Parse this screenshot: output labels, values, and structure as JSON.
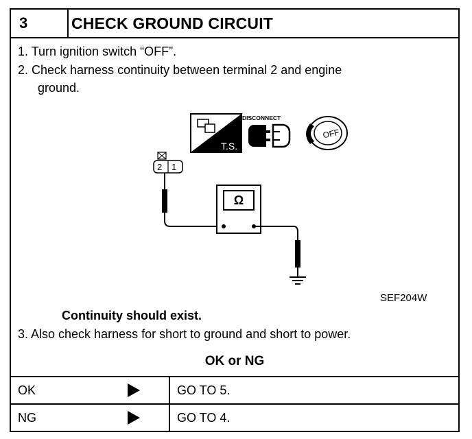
{
  "header": {
    "step_number": "3",
    "title": "CHECK GROUND CIRCUIT"
  },
  "steps": [
    {
      "line1": "1. Turn ignition switch “OFF”."
    },
    {
      "line1": "2. Check harness continuity between terminal 2 and engine",
      "line2": "ground."
    }
  ],
  "figure": {
    "disconnect_label": "DISCONNECT",
    "ts_label": "T.S.",
    "off_label": "OFF",
    "connector_terminals": [
      "2",
      "1"
    ],
    "meter_symbol": "Ω",
    "code": "SEF204W",
    "icons": [
      "harness-connector-ts-icon",
      "disconnect-icon",
      "ignition-key-off-icon",
      "ohmmeter-icon",
      "ground-icon"
    ]
  },
  "continuity_note": "Continuity should exist.",
  "step3": "3. Also check harness for short to ground and short to power.",
  "decision_title": "OK or NG",
  "results": [
    {
      "label": "OK",
      "action": "GO TO 5."
    },
    {
      "label": "NG",
      "action": "GO TO 4."
    }
  ]
}
